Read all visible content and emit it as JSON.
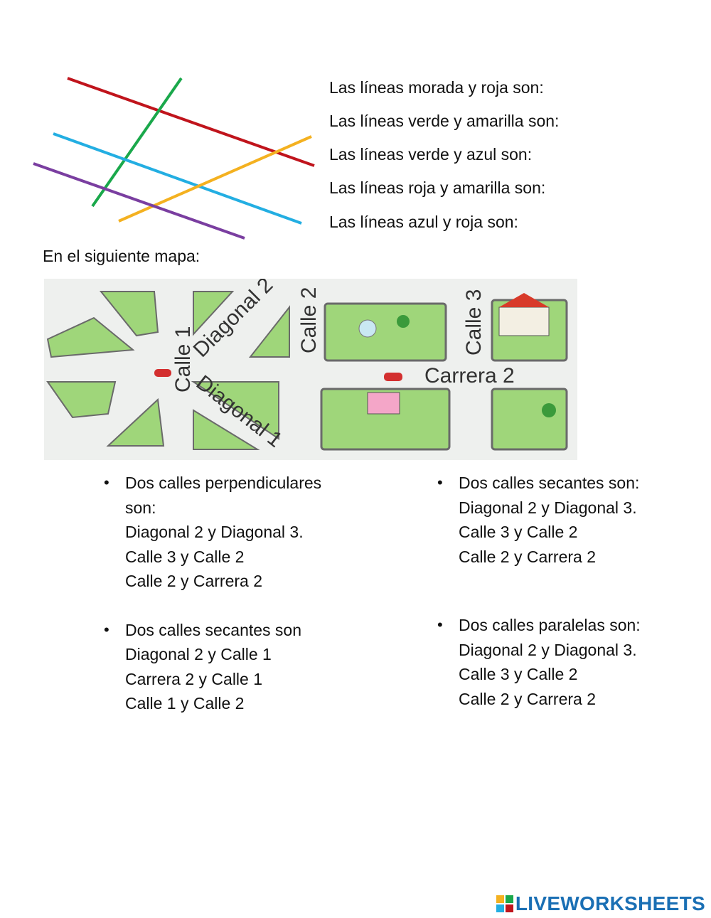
{
  "lines_figure": {
    "colors": {
      "red": "#c0141c",
      "green": "#1aa84b",
      "blue": "#23aee2",
      "yellow": "#f4b120",
      "purple": "#7a3ea0"
    }
  },
  "questions": [
    "Las líneas morada y roja son:",
    "Las líneas verde y amarilla son:",
    "Las líneas verde y azul son:",
    "Las líneas roja y amarilla son:",
    "Las líneas azul y roja son:"
  ],
  "map_intro": "En el siguiente mapa:",
  "map": {
    "streets": [
      "Diagonal 2",
      "Calle 2",
      "Calle 3",
      "Calle 1",
      "Carrera 2",
      "Diagonal 1"
    ]
  },
  "left_items": [
    {
      "lines": [
        "Dos calles perpendiculares",
        "son:",
        "Diagonal 2 y Diagonal 3.",
        "Calle 3 y Calle 2",
        "Calle 2 y Carrera 2"
      ]
    },
    {
      "lines": [
        "Dos calles secantes son",
        "Diagonal 2 y Calle 1",
        "Carrera 2 y Calle 1",
        "Calle 1 y Calle 2"
      ]
    }
  ],
  "right_items": [
    {
      "lines": [
        "Dos calles secantes son:",
        "Diagonal 2 y Diagonal 3.",
        "Calle 3 y Calle 2",
        "Calle 2 y Carrera 2"
      ]
    },
    {
      "lines": [
        "Dos calles paralelas son:",
        "Diagonal 2 y Diagonal 3.",
        "Calle 3 y Calle 2",
        "Calle 2 y Carrera 2"
      ]
    }
  ],
  "brand": {
    "text": "LIVEWORKSHEETS",
    "color": "#1a6fb4"
  }
}
